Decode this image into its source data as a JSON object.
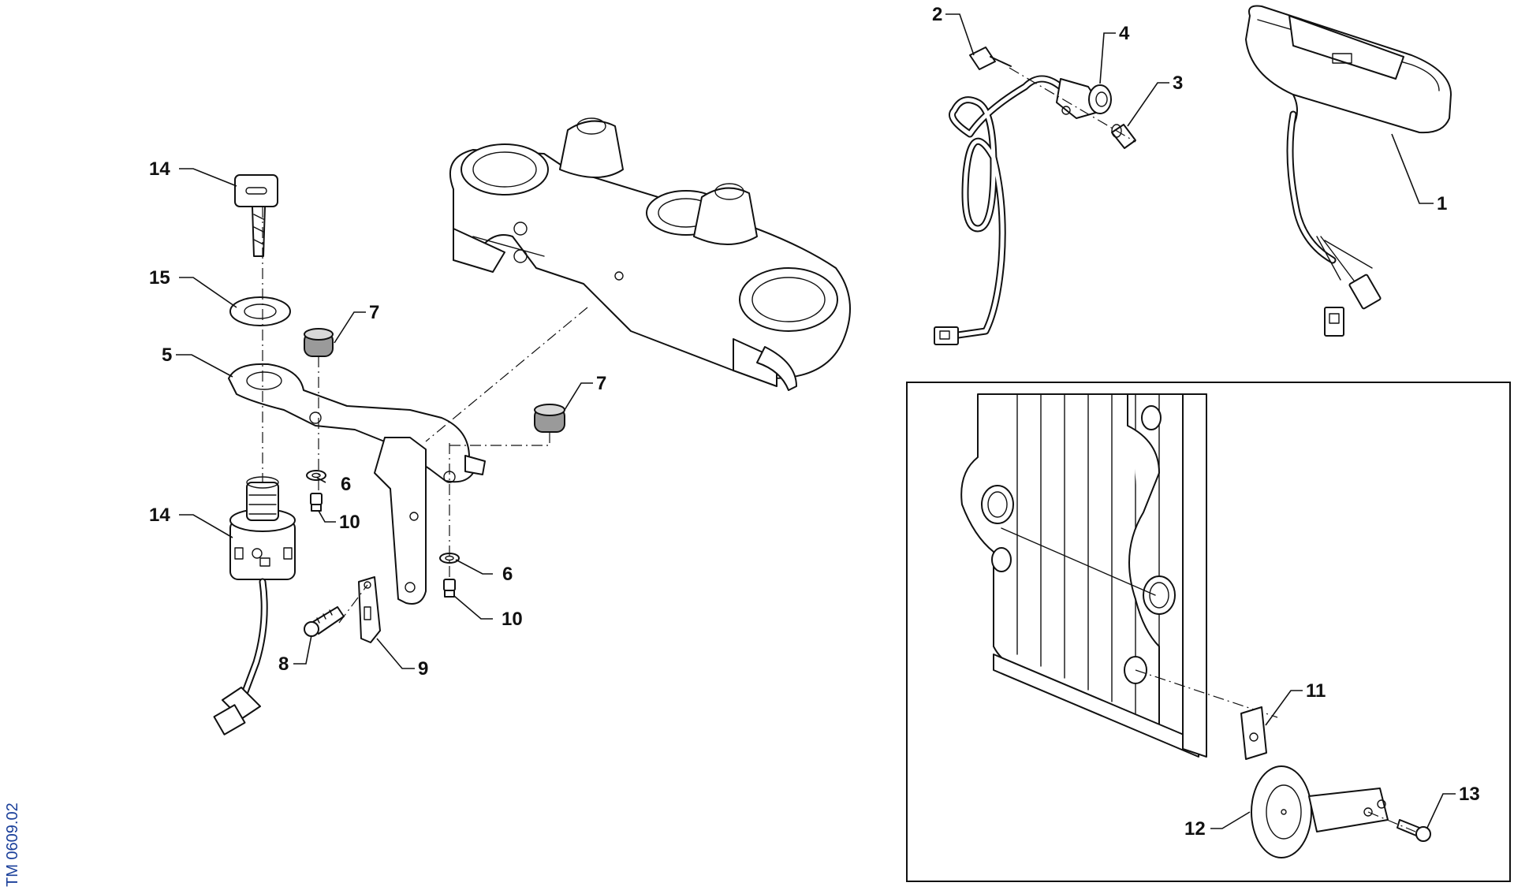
{
  "drawing": {
    "reference_code": "TM 0609.02"
  },
  "callouts": {
    "c1": "1",
    "c2": "2",
    "c3": "3",
    "c4": "4",
    "c5": "5",
    "c6a": "6",
    "c6b": "6",
    "c7a": "7",
    "c7b": "7",
    "c8": "8",
    "c9": "9",
    "c10a": "10",
    "c10b": "10",
    "c11": "11",
    "c12": "12",
    "c13": "13",
    "c14a": "14",
    "c14b": "14",
    "c15": "15"
  },
  "colors": {
    "line": "#111111",
    "reference_code": "#1a3f9a",
    "rubber_grommet": "#9a9a9a"
  }
}
